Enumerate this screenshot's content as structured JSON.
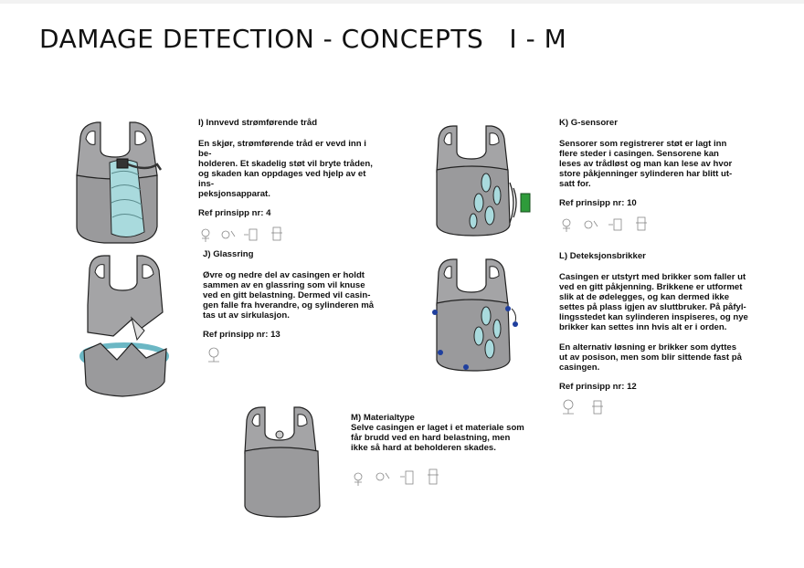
{
  "title": "DAMAGE DETECTION - CONCEPTS   I - M",
  "concepts": {
    "i": {
      "heading": "I) Innvevd strømførende tråd",
      "body": "En skjør, strømførende tråd er vevd inn i be-\nholderen. Et skadelig støt vil bryte tråden,\nog skaden kan oppdages ved hjelp av et ins-\npeksjonsapparat.",
      "ref": "Ref prinsipp nr: 4"
    },
    "j": {
      "heading": "J) Glassring",
      "body": "Øvre og nedre del av casingen er holdt\nsammen av en glassring som vil knuse\nved en gitt belastning. Dermed vil casin-\ngen falle fra hverandre, og sylinderen må\ntas ut av sirkulasjon.",
      "ref": "Ref prinsipp nr: 13"
    },
    "k": {
      "heading": "K) G-sensorer",
      "body": "Sensorer som registrerer støt er lagt inn\nflere steder i casingen. Sensorene kan\nleses av trådløst og man kan lese av hvor\nstore påkjenninger sylinderen har blitt ut-\nsatt for.",
      "ref": "Ref prinsipp nr: 10"
    },
    "l": {
      "heading": "L) Deteksjonsbrikker",
      "body": "Casingen er utstyrt med brikker som faller ut\nved en gitt påkjenning. Brikkene er utformet\nslik at de ødelegges, og kan dermed ikke\nsettes på plass igjen av sluttbruker. På påfyl-\nlingsstedet kan sylinderen inspiseres, og nye\nbrikker kan settes inn hvis alt er i orden.\n\nEn alternativ løsning er brikker som dyttes\nut av posison, men som blir sittende fast på\ncasingen.",
      "ref": "Ref prinsipp nr: 12"
    },
    "m": {
      "heading": "M) Materialtype",
      "body": "Selve casingen er laget i et materiale som\nfår brudd ved en hard belastning, men\nikke så hard at beholderen skades."
    }
  },
  "colors": {
    "casing": "#9a9a9c",
    "casing_light": "#b8b8ba",
    "glass": "#a9dadd",
    "sensor": "#2e9b3a",
    "chip": "#1f3f9e"
  }
}
